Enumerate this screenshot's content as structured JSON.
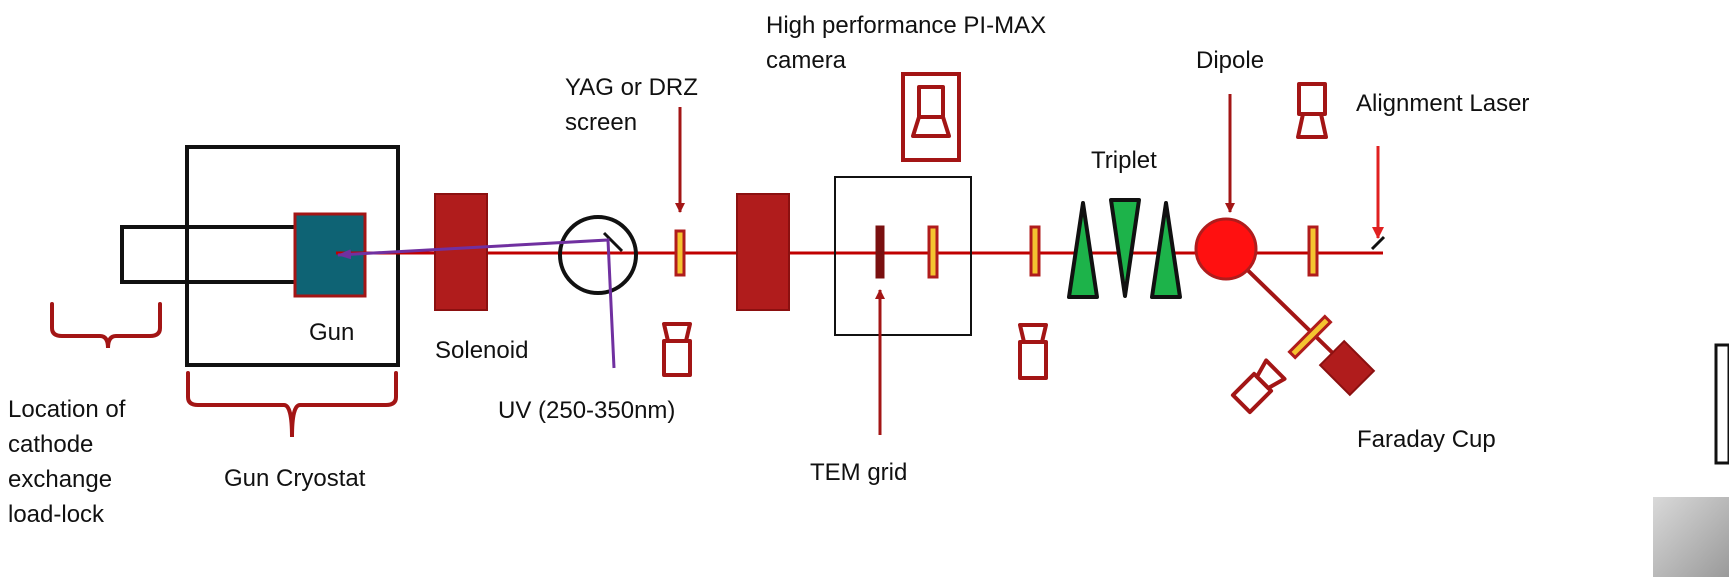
{
  "labels": {
    "camera_line1": "High performance PI-MAX",
    "camera_line2": "camera",
    "yag_line1": "YAG or DRZ",
    "yag_line2": "screen",
    "dipole": "Dipole",
    "alignment_laser": "Alignment Laser",
    "triplet": "Triplet",
    "gun": "Gun",
    "solenoid": "Solenoid",
    "uv": "UV (250-350nm)",
    "tem_grid": "TEM grid",
    "faraday_cup": "Faraday Cup",
    "gun_cryostat": "Gun Cryostat",
    "location_line1": "Location of",
    "location_line2": "cathode",
    "location_line3": "exchange",
    "location_line4": "load-lock"
  },
  "colors": {
    "beam": "#C00000",
    "dark_red": "#A31515",
    "magnet_fill": "#B01C1C",
    "gun_fill": "#0E6374",
    "triplet_fill": "#1DB34A",
    "dipole_fill": "#FF1010",
    "uv_line": "#7030A0",
    "screen_fill": "#F4C430",
    "frame": "#111111"
  }
}
